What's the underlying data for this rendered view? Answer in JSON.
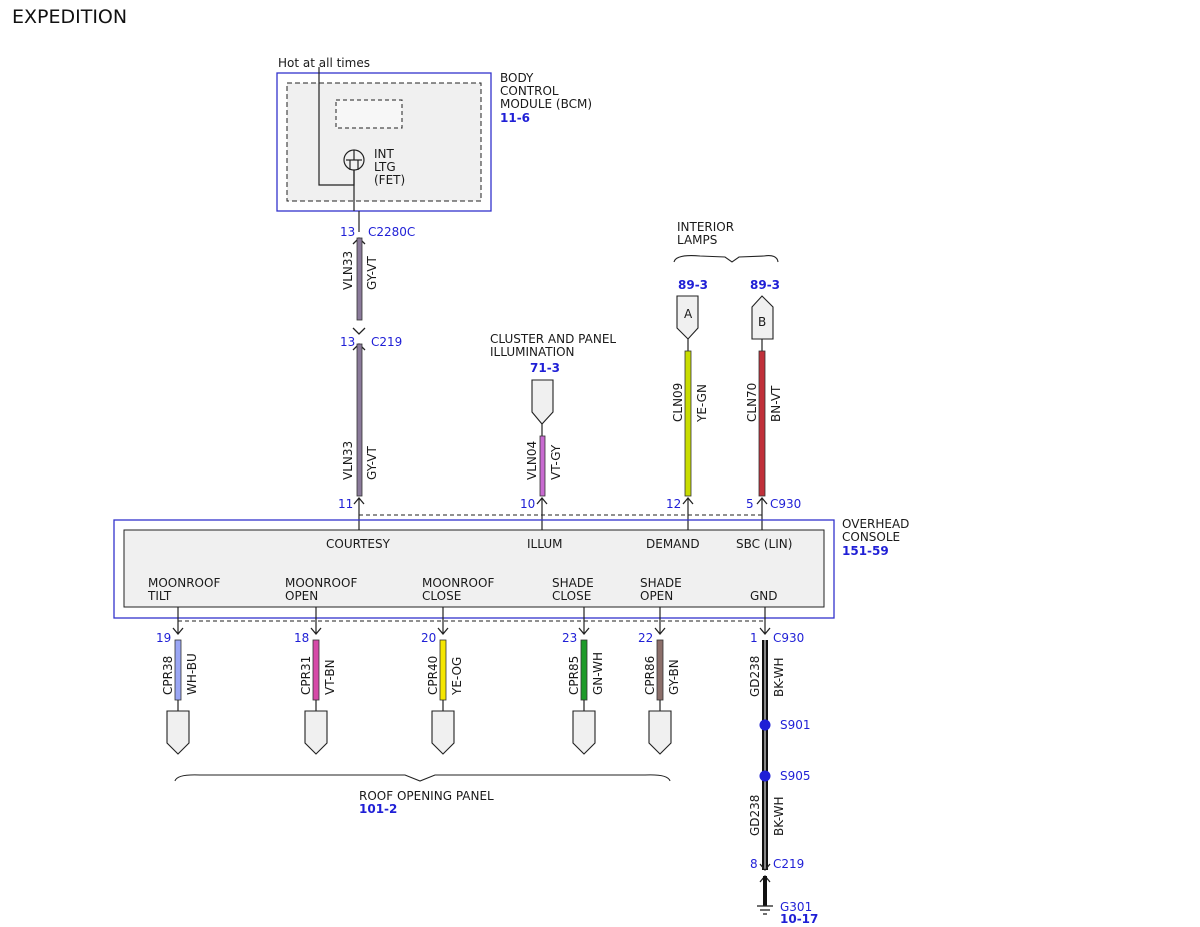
{
  "page": {
    "title": "EXPEDITION"
  },
  "bcm": {
    "hot_label": "Hot at all times",
    "name_lines": [
      "BODY",
      "CONTROL",
      "MODULE (BCM)"
    ],
    "ref": "11-6",
    "fet_lines": [
      "INT",
      "LTG",
      "(FET)"
    ]
  },
  "connectors": {
    "c2280c": {
      "pin": "13",
      "name": "C2280C"
    },
    "c219_top": {
      "pin": "13",
      "name": "C219"
    },
    "c930_top": "C930",
    "c930_bottom": "C930",
    "c219_bottom": {
      "pin": "8",
      "name": "C219"
    }
  },
  "wires_top": {
    "bcm_upper": {
      "circuit": "VLN33",
      "color": "GY-VT"
    },
    "bcm_lower": {
      "circuit": "VLN33",
      "color": "GY-VT"
    },
    "illum": {
      "circuit": "VLN04",
      "color": "VT-GY"
    },
    "demand": {
      "circuit": "CLN09",
      "color": "YE-GN"
    },
    "sbc": {
      "circuit": "CLN70",
      "color": "BN-VT"
    }
  },
  "cluster": {
    "lines": [
      "CLUSTER AND PANEL",
      "ILLUMINATION"
    ],
    "ref": "71-3"
  },
  "interior_lamps": {
    "lines": [
      "INTERIOR",
      "LAMPS"
    ],
    "a_ref": "89-3",
    "a_letter": "A",
    "b_ref": "89-3",
    "b_letter": "B"
  },
  "console": {
    "name_lines": [
      "OVERHEAD",
      "CONSOLE"
    ],
    "ref": "151-59",
    "top_pins": [
      "11",
      "10",
      "12",
      "5"
    ],
    "top_labels": [
      "COURTESY",
      "ILLUM",
      "DEMAND",
      "SBC (LIN)"
    ],
    "bottom_labels": [
      [
        "MOONROOF",
        "TILT"
      ],
      [
        "MOONROOF",
        "OPEN"
      ],
      [
        "MOONROOF",
        "CLOSE"
      ],
      [
        "SHADE",
        "CLOSE"
      ],
      [
        "SHADE",
        "OPEN"
      ],
      [
        "GND"
      ]
    ],
    "bottom_pins": [
      "19",
      "18",
      "20",
      "23",
      "22",
      "1"
    ]
  },
  "wires_bottom": [
    {
      "circuit": "CPR38",
      "color": "WH-BU",
      "hex": "#9aa6f5"
    },
    {
      "circuit": "CPR31",
      "color": "VT-BN",
      "hex": "#d64aa8"
    },
    {
      "circuit": "CPR40",
      "color": "YE-OG",
      "hex": "#f5e600"
    },
    {
      "circuit": "CPR85",
      "color": "GN-WH",
      "hex": "#1f9a2a"
    },
    {
      "circuit": "CPR86",
      "color": "GY-BN",
      "hex": "#8c6f6a"
    }
  ],
  "ground": {
    "upper": {
      "circuit": "GD238",
      "color": "BK-WH"
    },
    "lower": {
      "circuit": "GD238",
      "color": "BK-WH"
    },
    "splices": [
      "S901",
      "S905"
    ],
    "gnd_name": "G301",
    "gnd_ref": "10-17"
  },
  "roof_panel": {
    "name": "ROOF OPENING PANEL",
    "ref": "101-2"
  },
  "colors": {
    "outline_blue": "#3333cc",
    "label_blue": "#1f1fd6",
    "gy_vt": "#8a7a9a",
    "vt_gy": "#c86ad0",
    "ye_gn": "#c8dc00",
    "bn_vt": "#c0303a",
    "bk_wh": "#111111"
  }
}
